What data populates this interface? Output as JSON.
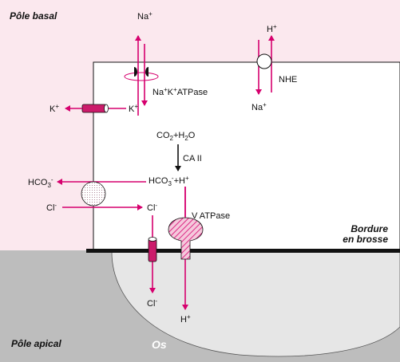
{
  "labels": {
    "pole_basal": "Pôle basal",
    "pole_apical": "Pôle apical",
    "os": "Os",
    "bordure": "Bordure",
    "en_brosse": "en brosse",
    "na_top": "Na",
    "na_top_sup": "+",
    "atpase": "Na",
    "atpase_sup1": "+",
    "atpase_k": "K",
    "atpase_sup2": "+",
    "atpase_rest": "ATPase",
    "k_in": "K",
    "k_in_sup": "+",
    "k_out": "K",
    "k_out_sup": "+",
    "h_top": "H",
    "h_top_sup": "+",
    "nhe": "NHE",
    "na_nhe": "Na",
    "na_nhe_sup": "+",
    "co2": "CO",
    "co2_sub": "2",
    "co2_plus": "+H",
    "co2_sub2": "2",
    "co2_o": "O",
    "ca2": "CA II",
    "hco3_in": "HCO",
    "hco3_in_sub": "3",
    "hco3_in_sup": "-",
    "hco3_in_h": "+H",
    "hco3_in_h_sup": "+",
    "hco3_out": "HCO",
    "hco3_out_sub": "3",
    "hco3_out_sup": "-",
    "cl_out": "Cl",
    "cl_out_sup": "-",
    "cl_in": "Cl",
    "cl_in_sup": "-",
    "vatpase": "V ATPase",
    "cl_bottom": "Cl",
    "cl_bottom_sup": "-",
    "h_bottom": "H",
    "h_bottom_sup": "+"
  },
  "colors": {
    "basal_bg": "#fbe8ee",
    "apical_bg": "#bdbdbd",
    "os_fill": "#e6e6e6",
    "accent": "#d6006e"
  }
}
